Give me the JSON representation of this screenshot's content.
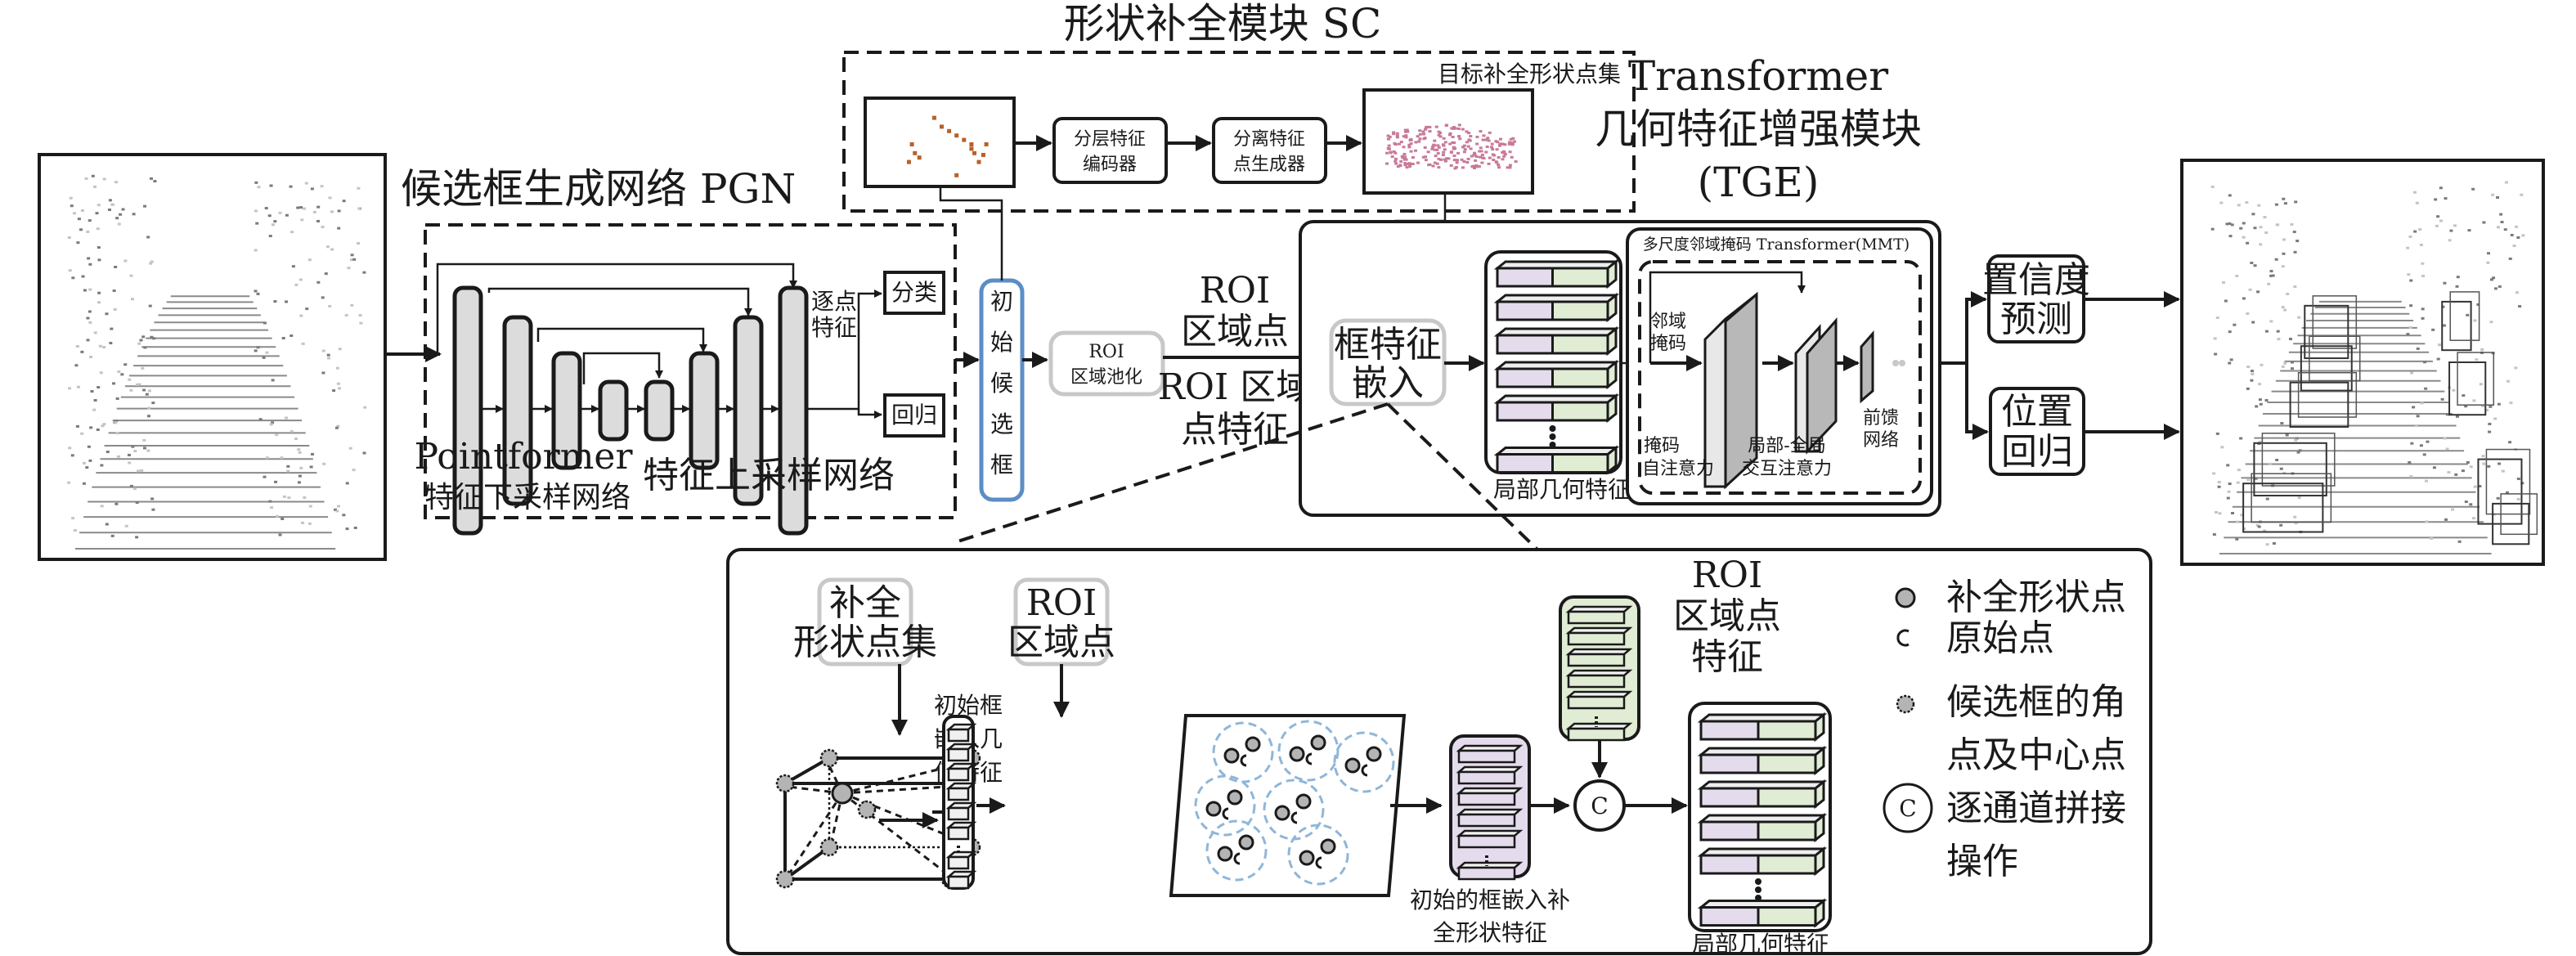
{
  "colors": {
    "stroke": "#1a1a1a",
    "candidate_box_blue": "#5b8ec6",
    "neighborhood_circle_blue": "#8fb6d9",
    "gray_box_border": "#c8c8c8",
    "bar_fill": "#dcdcdc",
    "feature_purple": "#e4dcec",
    "feature_green": "#e0ecd4",
    "sparse_points": "#b8602a",
    "completed_points": "#c77a98",
    "point_gray": "#b4b4b4"
  },
  "pgn": {
    "title": "候选框生成网络 PGN",
    "branch_label": [
      "逐点",
      "特征"
    ],
    "cls_head": "分类",
    "reg_head": "回归",
    "down_label_1": "Pointformer",
    "down_label_2": "特征下采样网络",
    "up_label": "特征上采样网络"
  },
  "candidate_box": [
    "初",
    "始",
    "候",
    "选",
    "框"
  ],
  "roi_pool": {
    "line1": "ROI",
    "line2": "区域池化"
  },
  "roi_points_label": {
    "line1": "ROI",
    "line2": "区域点"
  },
  "roi_features_label": {
    "line1": "ROI 区域",
    "line2": "点特征"
  },
  "sc": {
    "title": "形状补全模块 SC",
    "target_label": "目标补全形状点集",
    "encoder": {
      "line1": "分层特征",
      "line2": "编码器"
    },
    "generator": {
      "line1": "分离特征",
      "line2": "点生成器"
    }
  },
  "tge": {
    "title_1": "Transformer",
    "title_2": "几何特征增强模块",
    "title_3": "(TGE)",
    "box_embed": {
      "line1": "框特征",
      "line2": "嵌入"
    },
    "local_geo_label": "局部几何特征",
    "mmt_title": "多尺度邻域掩码 Transformer(MMT)",
    "neighbor_mask": {
      "line1": "邻域",
      "line2": "掩码"
    },
    "masked_sa": {
      "line1": "掩码",
      "line2": "自注意力"
    },
    "local_global": {
      "line1": "局部-全局",
      "line2": "交互注意力"
    },
    "ffn": {
      "line1": "前馈",
      "line2": "网络"
    }
  },
  "outputs": {
    "confidence": {
      "line1": "置信度",
      "line2": "预测"
    },
    "location": {
      "line1": "位置",
      "line2": "回归"
    }
  },
  "detail": {
    "completed_set": {
      "line1": "补全",
      "line2": "形状点集"
    },
    "roi_points": {
      "line1": "ROI",
      "line2": "区域点"
    },
    "init_box_embed": [
      "初始框",
      "嵌入几",
      "何特征"
    ],
    "roi_point_features": [
      "ROI",
      "区域点",
      "特征"
    ],
    "embed_completed": {
      "line1": "初始的框嵌入补",
      "line2": "全形状特征"
    },
    "concat_symbol": "C",
    "local_geo_label": "局部几何特征"
  },
  "legend": {
    "items": [
      {
        "icon": "gray-point-icon",
        "lines": [
          "补全形状点"
        ]
      },
      {
        "icon": "hollow-point-icon",
        "lines": [
          "原始点"
        ]
      },
      {
        "icon": "dotted-point-icon",
        "lines": [
          "候选框的角",
          "点及中心点"
        ]
      },
      {
        "icon": "concat-icon",
        "symbol": "C",
        "lines": [
          "逐通道拼接",
          "操作"
        ]
      }
    ]
  }
}
